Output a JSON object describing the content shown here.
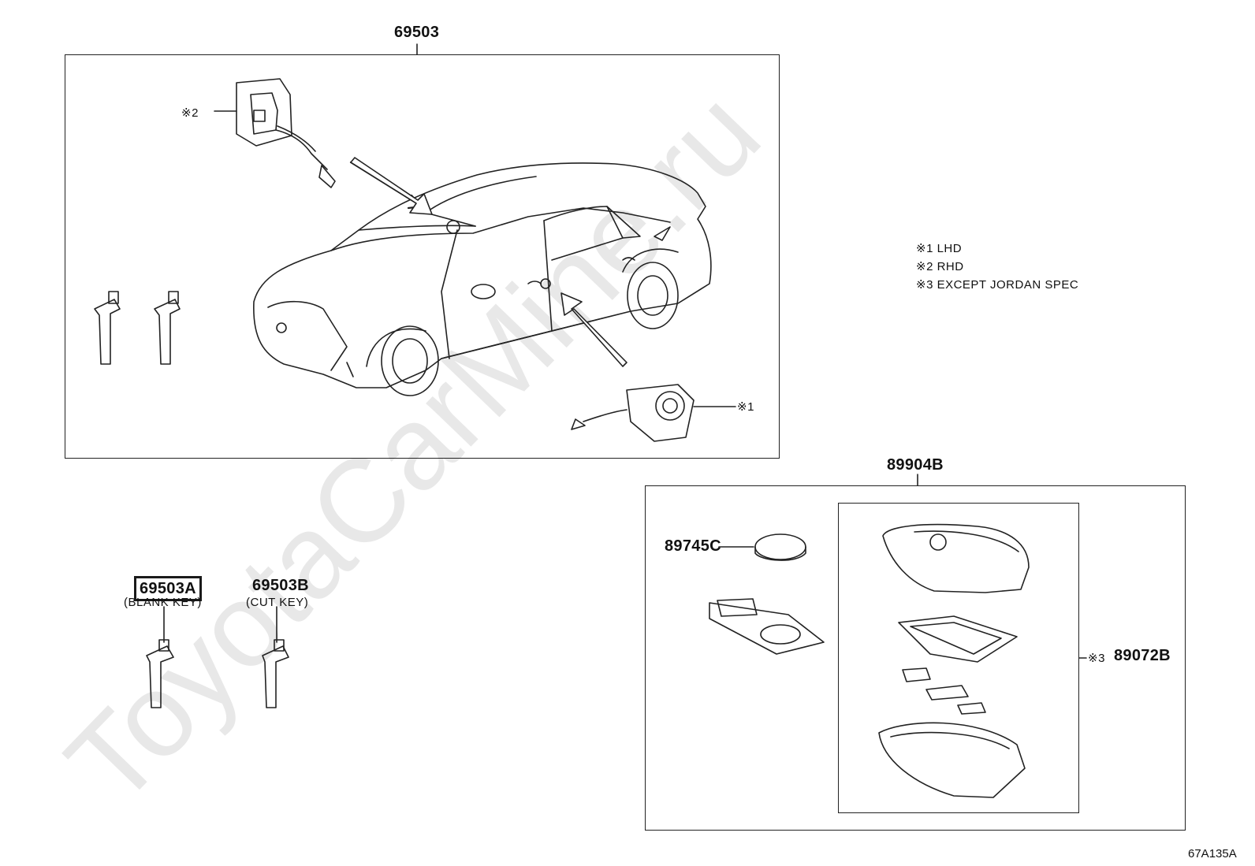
{
  "watermark": "ToyotaCarMine.ru",
  "diagram_code": "67A135A",
  "groups": {
    "lock_set": {
      "part_no": "69503"
    },
    "key_set": {
      "part_no": "89904B"
    }
  },
  "parts": {
    "blank_key": {
      "part_no": "69503A",
      "desc": "(BLANK KEY)"
    },
    "cut_key": {
      "part_no": "69503B",
      "desc": "(CUT KEY)"
    },
    "battery": {
      "part_no": "89745C"
    },
    "transmitter_housing": {
      "part_no": "89072B",
      "note_mark": "※3"
    }
  },
  "callouts": {
    "rhd_lock": "※2",
    "lhd_lock": "※1"
  },
  "legend": [
    "※1 LHD",
    "※2 RHD",
    "※3 EXCEPT JORDAN SPEC"
  ],
  "highlight_color": "#1a1a1a",
  "watermark_color": "#e6e6e6"
}
